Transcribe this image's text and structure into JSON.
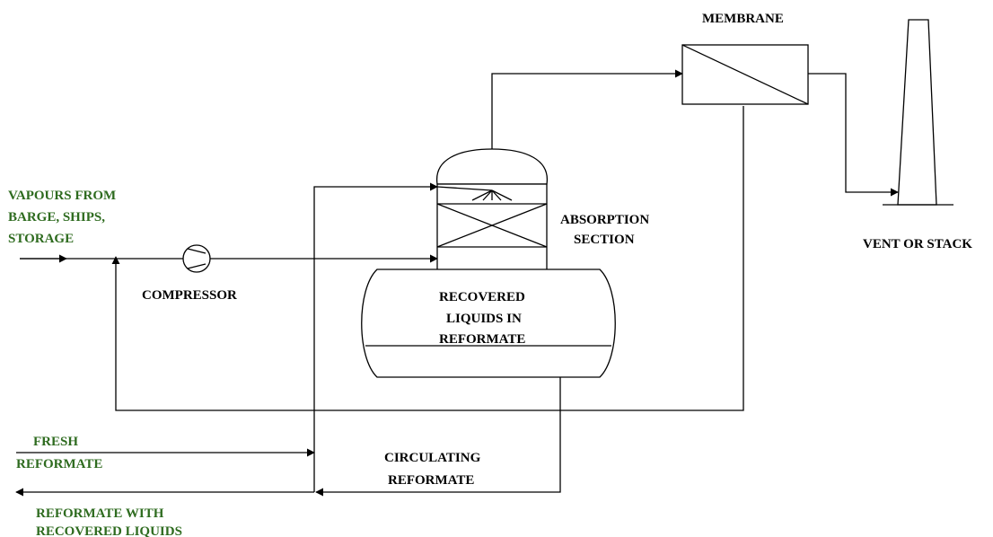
{
  "labels": {
    "feed_line1": "VAPOURS FROM",
    "feed_line2": "BARGE, SHIPS,",
    "feed_line3": "STORAGE",
    "compressor": "COMPRESSOR",
    "membrane": "MEMBRANE",
    "absorption_line1": "ABSORPTION",
    "absorption_line2": "SECTION",
    "vent": "VENT OR STACK",
    "tank_line1": "RECOVERED",
    "tank_line2": "LIQUIDS IN",
    "tank_line3": "REFORMATE",
    "fresh_line1": "FRESH",
    "fresh_line2": "REFORMATE",
    "circ_line1": "CIRCULATING",
    "circ_line2": "REFORMATE",
    "product_line1": "REFORMATE WITH",
    "product_line2": "RECOVERED LIQUIDS"
  },
  "colors": {
    "stream_label": "#2e6b1f",
    "equipment_label": "#000000",
    "line": "#000000"
  }
}
